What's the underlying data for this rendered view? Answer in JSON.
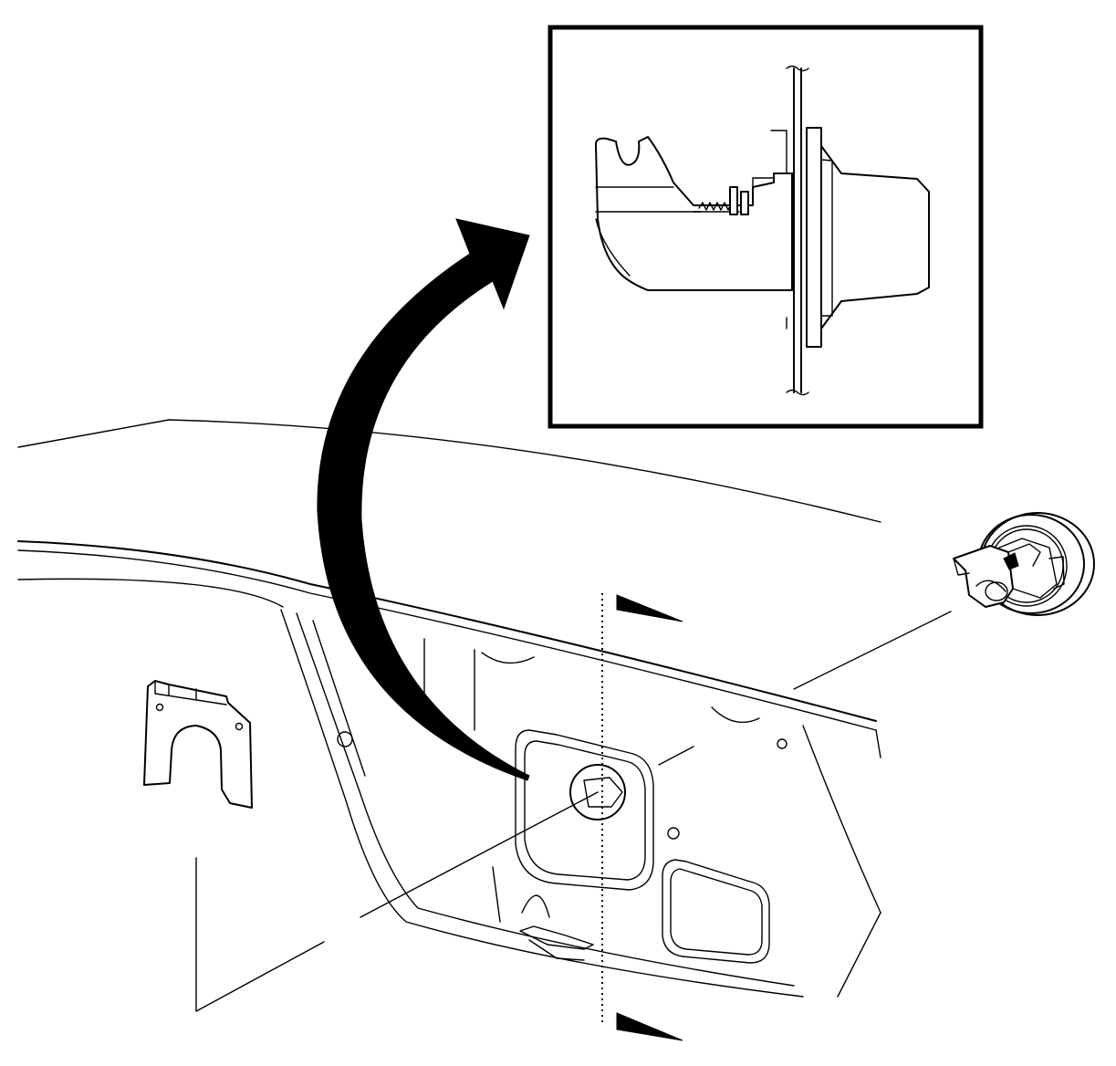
{
  "diagram": {
    "kind": "technical-illustration",
    "subject": "trunk-lid-lock-cylinder-installation",
    "labels": [],
    "colors": {
      "line": "#000000",
      "background": "#ffffff"
    },
    "components": [
      {
        "id": "detail-inset",
        "icon": "detail-view-frame"
      },
      {
        "id": "callout-arrow",
        "icon": "curved-arrow-icon"
      },
      {
        "id": "retainer-clip",
        "icon": "u-clip-icon"
      },
      {
        "id": "lock-cylinder",
        "icon": "lock-cylinder-icon"
      },
      {
        "id": "trunk-lid",
        "icon": "trunk-lid-panel"
      },
      {
        "id": "section-line",
        "icon": "section-indicator"
      }
    ]
  }
}
